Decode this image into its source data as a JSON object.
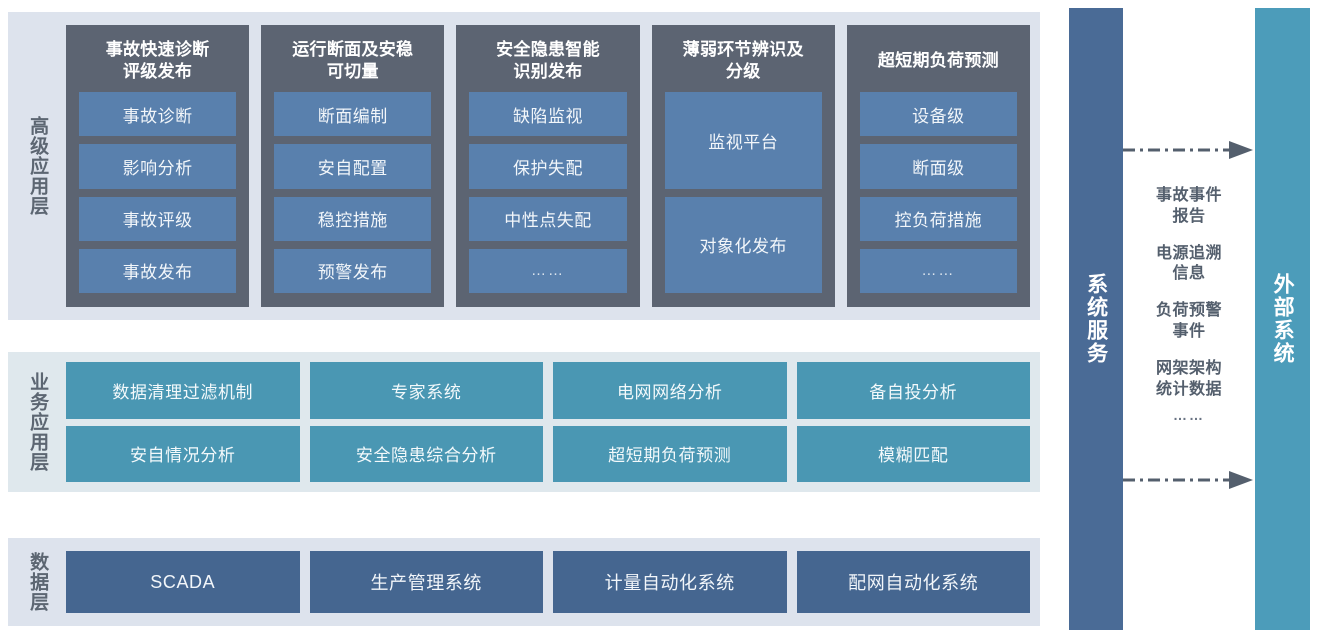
{
  "palette": {
    "layer_bg_gray": "#dde3ed",
    "layer_bg_blue": "#dfe8ed",
    "adv_column_bg": "#5c6472",
    "adv_item_bg": "#5980ad",
    "biz_item_bg": "#4a97b3",
    "data_item_bg": "#456690",
    "service_bar_bg": "#4a6b96",
    "external_bar_bg": "#4c9cba",
    "arrow_color": "#545f6d",
    "label_text": "#5c6672"
  },
  "layers": {
    "advanced": {
      "label": "高级应用层",
      "columns": [
        {
          "title": "事故快速诊断\n评级发布",
          "items": [
            "事故诊断",
            "影响分析",
            "事故评级",
            "事故发布"
          ]
        },
        {
          "title": "运行断面及安稳\n可切量",
          "items": [
            "断面编制",
            "安自配置",
            "稳控措施",
            "预警发布"
          ]
        },
        {
          "title": "安全隐患智能\n识别发布",
          "items": [
            "缺陷监视",
            "保护失配",
            "中性点失配",
            "……"
          ]
        },
        {
          "title": "薄弱环节辨识及\n分级",
          "items": [
            "监视平台",
            "对象化发布"
          ]
        },
        {
          "title": "超短期负荷预测",
          "items": [
            "设备级",
            "断面级",
            "控负荷措施",
            "……"
          ]
        }
      ]
    },
    "business": {
      "label": "业务应用层",
      "rows": [
        [
          "数据清理过滤机制",
          "专家系统",
          "电网网络分析",
          "备自投分析"
        ],
        [
          "安自情况分析",
          "安全隐患综合分析",
          "超短期负荷预测",
          "模糊匹配"
        ]
      ]
    },
    "data": {
      "label": "数据层",
      "items": [
        "SCADA",
        "生产管理系统",
        "计量自动化系统",
        "配网自动化系统"
      ]
    }
  },
  "service_bar": {
    "label": "系统服务"
  },
  "external_bar": {
    "label": "外部系统"
  },
  "exchange": {
    "items": [
      "事故事件\n报告",
      "电源追溯\n信息",
      "负荷预警\n事件",
      "网架架构\n统计数据"
    ],
    "more": "……"
  }
}
